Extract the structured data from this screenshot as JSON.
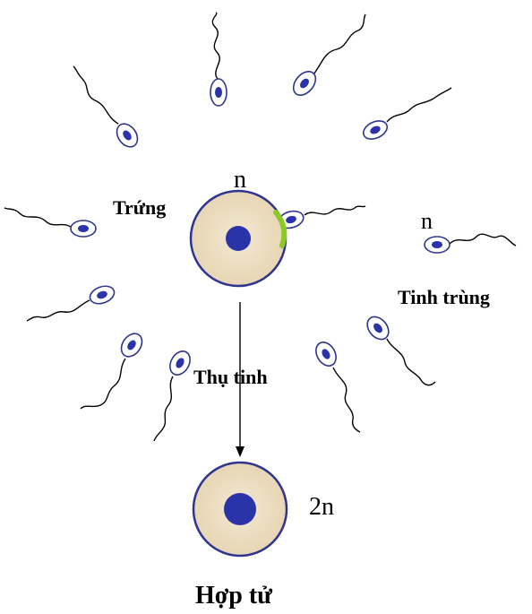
{
  "labels": {
    "egg": "Trứng",
    "egg_ploidy": "n",
    "sperm_ploidy": "n",
    "sperm": "Tinh trùng",
    "fertilization": "Thụ tinh",
    "zygote_ploidy": "2n",
    "zygote": "Hợp tử"
  },
  "colors": {
    "cell_fill": "#efe2c8",
    "cell_border": "#2e3590",
    "nucleus": "#2b33a8",
    "contact_mark": "#8ac926",
    "tail": "#000000"
  }
}
